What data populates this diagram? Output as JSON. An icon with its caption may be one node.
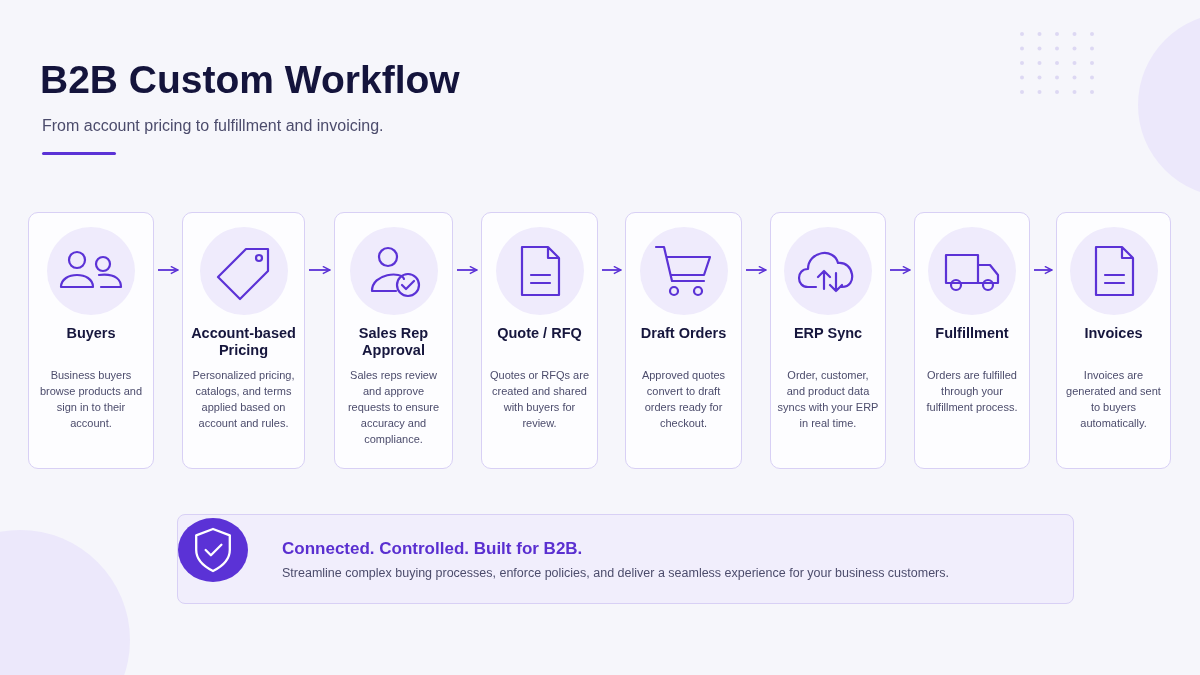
{
  "diagram": {
    "title": "B2B Custom Workflow",
    "nodes": [
      {
        "text": [
          "Buyers",
          "Business buyers browse products and sign in to their account."
        ]
      },
      {
        "text": [
          "Account-based Pricing",
          "Personalized pricing, catalogs, and terms applied based on account and rules."
        ]
      },
      {
        "text": [
          "Sales Rep Approval",
          "Sales reps review and approve requests to ensure accuracy and compliance."
        ]
      },
      {
        "text": [
          "Quote / RFQ",
          "Quotes or RFQs are created and shared with buyers for review."
        ]
      },
      {
        "text": [
          "Draft Orders",
          "Approved quotes convert to draft orders ready for checkout."
        ]
      },
      {
        "text": [
          "ERP Sync",
          "Order, customer, and product data syncs with your ERP in real time."
        ]
      },
      {
        "text": [
          "Fulfillment",
          "Orders are fulfilled through your fulfillment process."
        ]
      },
      {
        "text": [
          "Invoices",
          "Invoices are generated and sent to buyers automatically."
        ]
      },
      {
        "text": [
          "Connected. Controlled. Built for B2B.",
          "Streamline complex buying processes, enforce policies, and deliver a seamless experience for your business customers."
        ]
      }
    ],
    "edges": [
      {
        "from": 0,
        "to": 1,
        "arrow": "to"
      },
      {
        "from": 1,
        "to": 2,
        "arrow": "to"
      },
      {
        "from": 2,
        "to": 3,
        "arrow": "to"
      },
      {
        "from": 3,
        "to": 4,
        "arrow": "to"
      },
      {
        "from": 4,
        "to": 5,
        "arrow": "to"
      },
      {
        "from": 5,
        "to": 6,
        "arrow": "to"
      },
      {
        "from": 6,
        "to": 7,
        "arrow": "to"
      }
    ],
    "labels": [
      "From account pricing to fulfillment and invoicing."
    ]
  }
}
